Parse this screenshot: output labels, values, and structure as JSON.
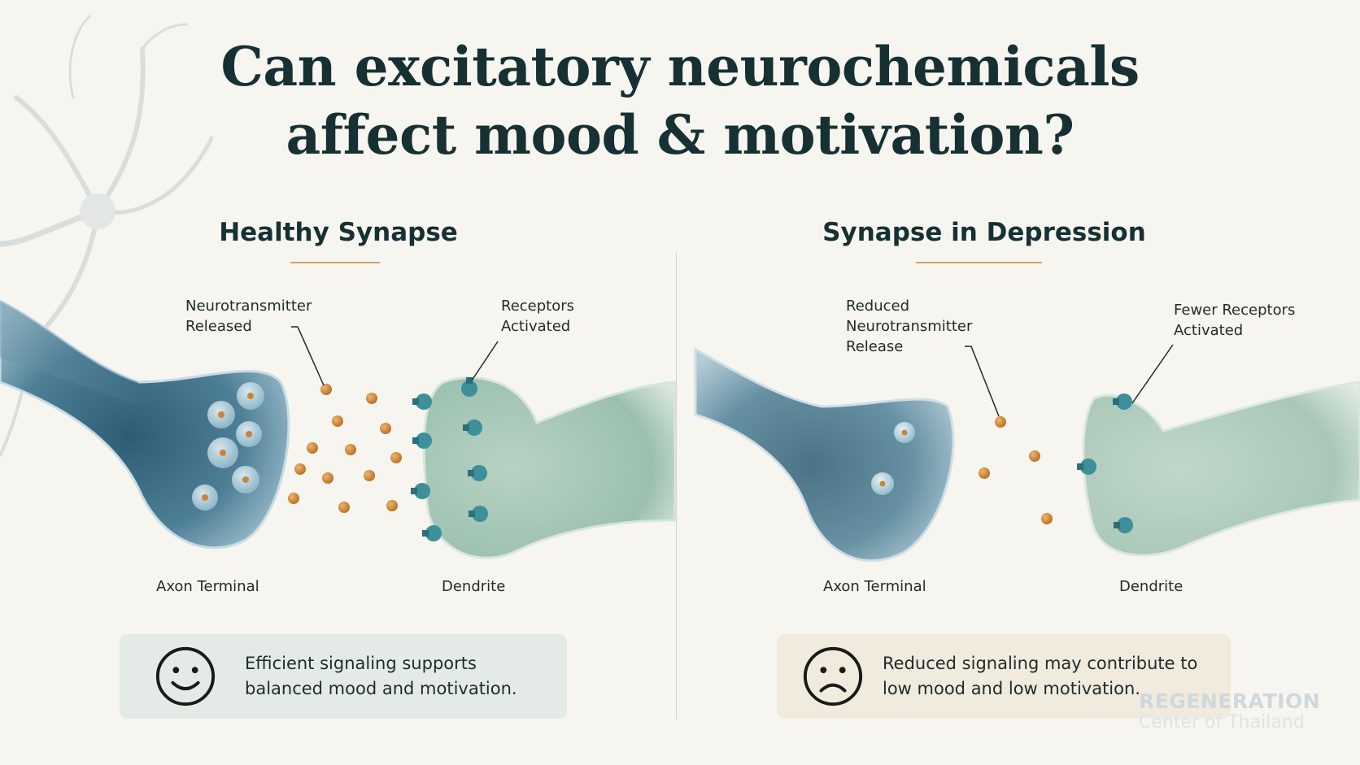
{
  "title": {
    "line1": "Can excitatory neurochemicals",
    "line2": "affect mood & motivation?"
  },
  "healthy": {
    "heading": "Healthy Synapse",
    "neurotransmitter_label": "Neurotransmitter\nReleased",
    "receptors_label": "Receptors\nActivated",
    "axon_label": "Axon Terminal",
    "dendrite_label": "Dendrite",
    "caption": "Efficient signaling supports\nbalanced mood and motivation.",
    "face_icon": "smiley-face-icon"
  },
  "depression": {
    "heading": "Synapse in Depression",
    "neurotransmitter_label": "Reduced\nNeurotransmitter\nRelease",
    "receptors_label": "Fewer Receptors\nActivated",
    "axon_label": "Axon Terminal",
    "dendrite_label": "Dendrite",
    "caption": "Reduced signaling may contribute to\nlow mood and low motivation.",
    "face_icon": "sad-face-icon"
  },
  "watermark": {
    "line1": "REGENERATION",
    "line2": "Center of Thailand"
  },
  "colors": {
    "title": "#163033",
    "accent_underline": "#d2a366",
    "axon": "#3f6f86",
    "dendrite": "#9cc0b0",
    "neurotransmitter": "#c98537",
    "receptor": "#3d8f9a",
    "healthy_box": "#e4ebe7",
    "depression_box": "#f1ebde"
  }
}
